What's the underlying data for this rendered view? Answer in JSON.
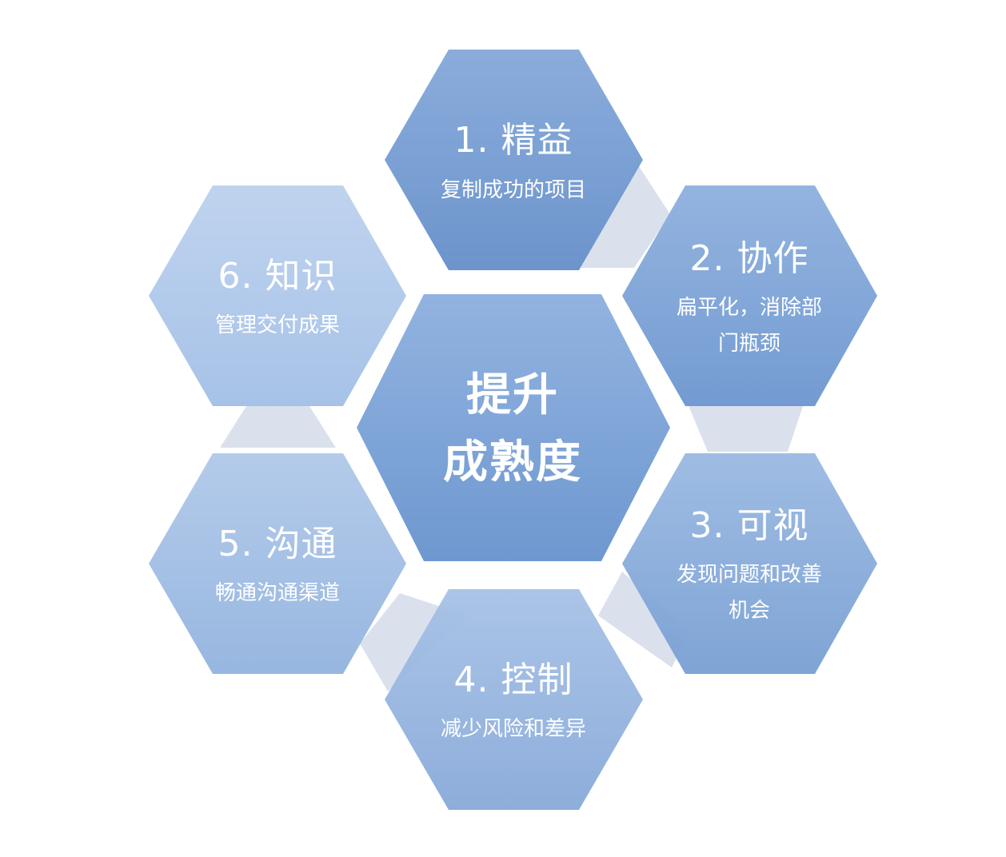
{
  "colors": {
    "background": "#ffffff",
    "text": "#ffffff",
    "connector": "#d3dcea"
  },
  "center": {
    "line1": "提升",
    "line2": "成熟度"
  },
  "hexagons": [
    {
      "id": "lean",
      "title": "1. 精益",
      "sub1": "复制成功的项目",
      "sub2": ""
    },
    {
      "id": "collaboration",
      "title": "2. 协作",
      "sub1": "扁平化，消除部",
      "sub2": "门瓶颈"
    },
    {
      "id": "visibility",
      "title": "3. 可视",
      "sub1": "发现问题和改善",
      "sub2": "机会"
    },
    {
      "id": "control",
      "title": "4. 控制",
      "sub1": "减少风险和差异",
      "sub2": ""
    },
    {
      "id": "communication",
      "title": "5. 沟通",
      "sub1": "畅通沟通渠道",
      "sub2": ""
    },
    {
      "id": "knowledge",
      "title": "6. 知识",
      "sub1": "管理交付成果",
      "sub2": ""
    }
  ]
}
